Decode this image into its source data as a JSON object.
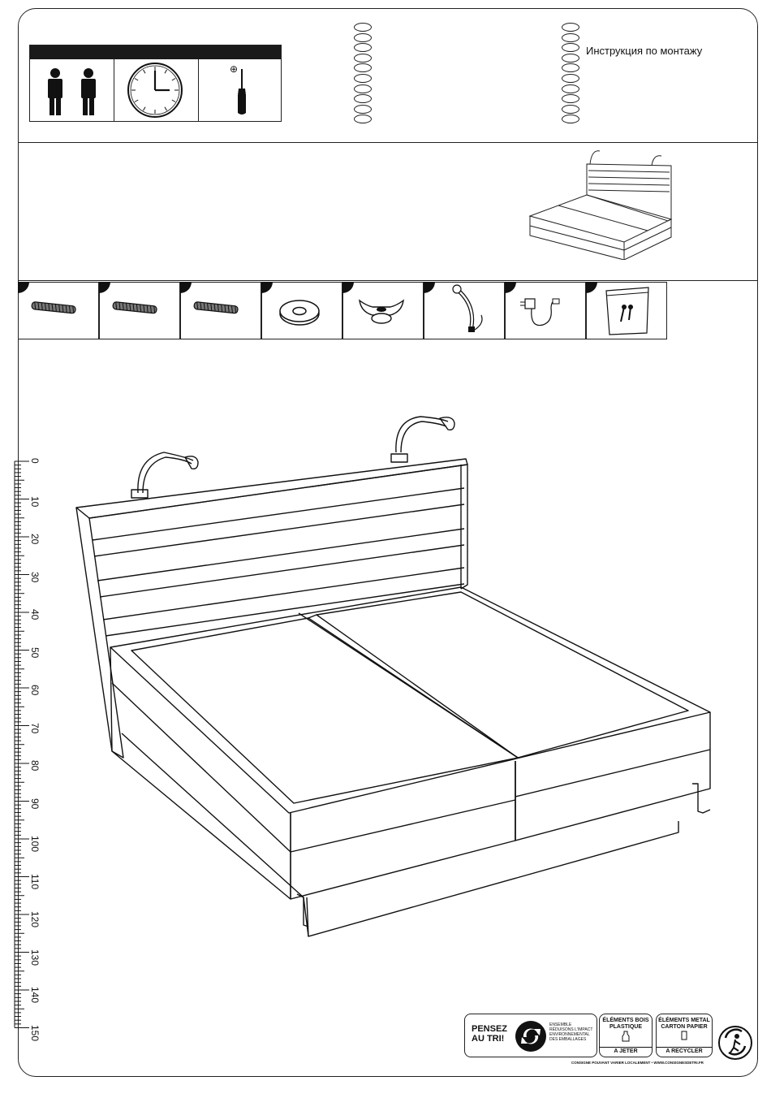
{
  "header": {
    "title": "Инструкция по монтажу"
  },
  "requirements": {
    "people_icon": "person-icon",
    "people_count": 2,
    "clock_icon": "clock-icon",
    "tool_icon": "phillips-screwdriver-icon",
    "tool_symbol": "⊕"
  },
  "language_ovals": {
    "left_count": 10,
    "right_count": 10
  },
  "parts": [
    {
      "icon": "threaded-rod-icon"
    },
    {
      "icon": "threaded-rod-icon"
    },
    {
      "icon": "threaded-rod-icon"
    },
    {
      "icon": "washer-icon"
    },
    {
      "icon": "wing-nut-icon"
    },
    {
      "icon": "reading-lamp-icon"
    },
    {
      "icon": "power-adapter-icon"
    },
    {
      "icon": "screw-bag-icon"
    }
  ],
  "ruler": {
    "labels": [
      "0",
      "10",
      "20",
      "30",
      "40",
      "50",
      "60",
      "70",
      "80",
      "90",
      "100",
      "110",
      "120",
      "130",
      "140",
      "150"
    ]
  },
  "recycling": {
    "pensez": "PENSEZ",
    "au_tri": "AU TRI!",
    "ensemble": "ENSEMBLE",
    "reduisons": "RÉDUISONS L'IMPACT",
    "environnemental": "ENVIRONNEMENTAL",
    "emballages": "DES EMBALLAGES",
    "box2_title": "ÉLÉMENTS BOIS PLASTIQUE",
    "box2_action": "A JETER",
    "box3_title": "ÉLÉMENTS METAL CARTON PAPIER",
    "box3_action": "A RECYCLER",
    "consigne": "CONSIGNE POUVANT VARIER LOCALEMENT • WWW.CONSIGNESDETRI.FR"
  },
  "colors": {
    "ink": "#111111",
    "paper": "#ffffff"
  }
}
